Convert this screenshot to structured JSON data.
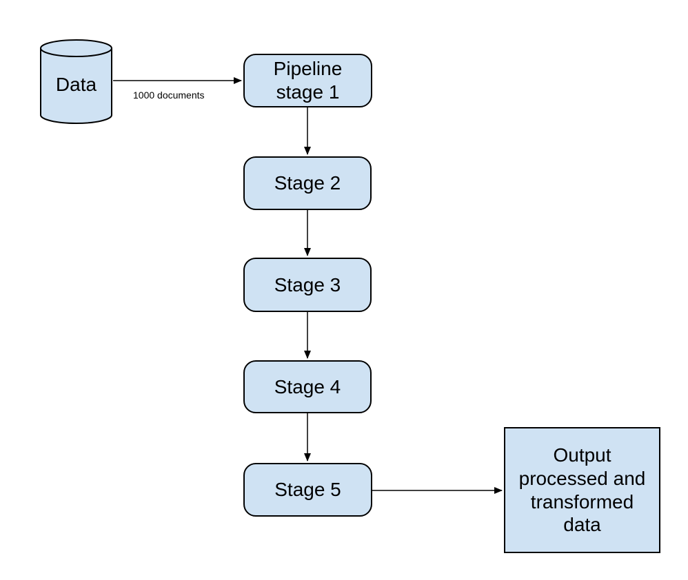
{
  "diagram": {
    "colors": {
      "node_fill": "#cfe2f3",
      "node_stroke": "#000000",
      "background": "#ffffff",
      "text": "#000000"
    },
    "nodes": {
      "data_store": {
        "label": "Data",
        "shape": "cylinder"
      },
      "stage1": {
        "label": "Pipeline stage 1",
        "shape": "rounded-rect"
      },
      "stage2": {
        "label": "Stage 2",
        "shape": "rounded-rect"
      },
      "stage3": {
        "label": "Stage 3",
        "shape": "rounded-rect"
      },
      "stage4": {
        "label": "Stage 4",
        "shape": "rounded-rect"
      },
      "stage5": {
        "label": "Stage 5",
        "shape": "rounded-rect"
      },
      "output": {
        "label": "Output processed and transformed data",
        "shape": "rect"
      }
    },
    "edges": {
      "data_to_stage1": {
        "label": "1000 documents"
      }
    }
  }
}
